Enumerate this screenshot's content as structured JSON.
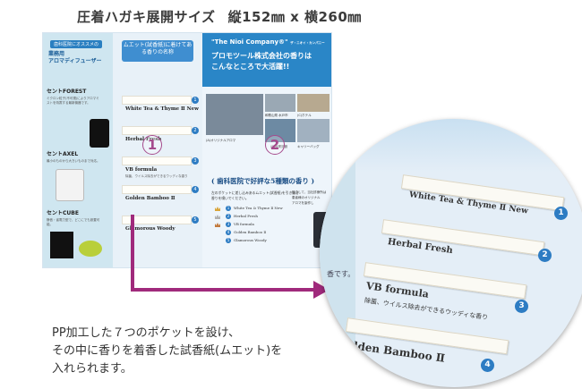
{
  "heading": {
    "text": "圧着ハガキ展開サイズ",
    "size": "縦152㎜ x 横260㎜"
  },
  "left_panel": {
    "tag": "歯科医院にオススメの",
    "title1": "業務用",
    "title2": "アロマディフューザー",
    "products": [
      {
        "name": "セントFOREST",
        "desc": "ミクロン粒子(不可視)によりアロマミストを噴霧する最新機器です。"
      },
      {
        "name": "セントAXEL",
        "desc": "最小のものから大きいものまで対応。"
      },
      {
        "name": "セントCUBE",
        "desc": "静音・省電力型で、どこにでも設置可能。"
      }
    ]
  },
  "middle_panel": {
    "header": "ムエット(試香紙)に着けてある香りの名称",
    "scents": [
      {
        "name": "White Tea & Thyme Ⅱ New",
        "num": "1",
        "note": ""
      },
      {
        "name": "Herbal Fresh",
        "num": "2",
        "note": ""
      },
      {
        "name": "VB formula",
        "num": "3",
        "note": "除菌、ウイルス除去ができるウッディな香り"
      },
      {
        "name": "Golden Bamboo Ⅱ",
        "num": "4",
        "note": ""
      },
      {
        "name": "Glamorous Woody",
        "num": "5",
        "note": ""
      }
    ],
    "badge": "1"
  },
  "right_panel": {
    "company": "\"The Nioi Company®\"",
    "company_kana": "ザ・ニオイ・カンパニー",
    "headline1": "プロモツール株式会社の香りは",
    "headline2": "こんなところで大活躍!!",
    "photo_captions": [
      "(A)ホテルロビー",
      "和歌山県 水戸市",
      "(C)ホテル",
      "(A)オリジナルアロマ",
      "(B)商業施設",
      "キャリーバッグ"
    ],
    "banner": "歯科医院で好評な5種類の香り",
    "instruction1": "左のポケットに差し込みあるムエット(試香紙)を引き抜き",
    "instruction2": "香りを嗅いでください。",
    "list": [
      "White Tea & Thyme Ⅱ New",
      "Herbal Fresh",
      "VB formula",
      "Golden Bamboo Ⅱ",
      "Glamorous Woody"
    ],
    "side_note1": "独立して、当社診療所は",
    "side_note2": "患者様のオリジナル",
    "side_note3": "アロマを製作し",
    "badge": "2"
  },
  "zoom": {
    "items": [
      {
        "name": "White Tea & Thyme Ⅱ New",
        "num": "1",
        "note": ""
      },
      {
        "name": "Herbal Fresh",
        "num": "2",
        "note": ""
      },
      {
        "name": "VB formula",
        "num": "3",
        "note": "除菌、ウイルス除去ができるウッディな香り"
      },
      {
        "name": "Golden Bamboo Ⅱ",
        "num": "4",
        "note": ""
      }
    ],
    "edge_text": "香です。"
  },
  "caption": {
    "line1": "PP加工した７つのポケットを設け、",
    "line2": "その中に香りを着香した試香紙(ムエット)を",
    "line3": "入れられます。"
  },
  "colors": {
    "accent": "#a02a7c",
    "blue": "#2a86c7"
  }
}
